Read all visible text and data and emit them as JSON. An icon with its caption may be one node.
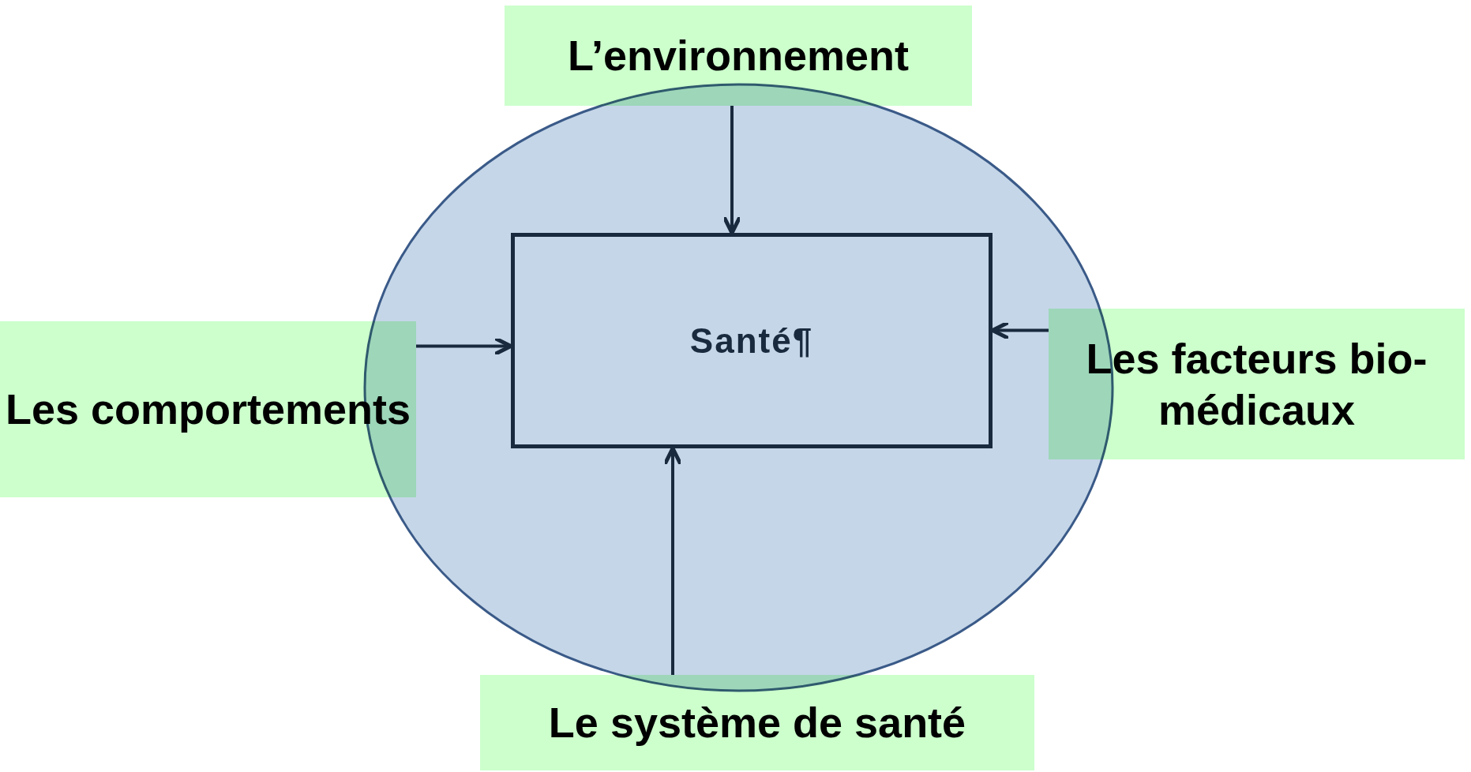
{
  "diagram": {
    "nodes": [
      {
        "text": [
          "L’environnement"
        ]
      },
      {
        "text": [],
        "shape": "ellipse"
      },
      {
        "text": [
          "Santé¶"
        ],
        "in": 1
      },
      {
        "text": [
          "Les comportements"
        ]
      },
      {
        "text": [
          "Les facteurs bio-médicaux"
        ]
      },
      {
        "text": [
          "Le système de santé"
        ]
      }
    ],
    "edges": [
      {
        "from": 0,
        "to": 2,
        "arrow": "to"
      },
      {
        "from": 3,
        "to": 2,
        "arrow": "to"
      },
      {
        "from": 4,
        "to": 2,
        "arrow": "to"
      },
      {
        "from": 5,
        "to": 2,
        "arrow": "to"
      }
    ]
  }
}
